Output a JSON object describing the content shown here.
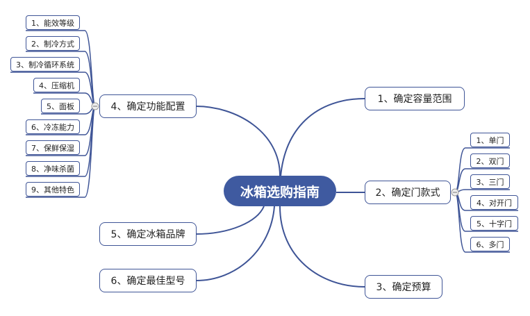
{
  "center": "冰箱选购指南",
  "branches": {
    "b1": "1、确定容量范围",
    "b2": "2、确定门款式",
    "b3": "3、确定预算",
    "b4": "4、确定功能配置",
    "b5": "5、确定冰箱品牌",
    "b6": "6、确定最佳型号"
  },
  "door_types": [
    "1、单门",
    "2、双门",
    "3、三门",
    "4、对开门",
    "5、十字门",
    "6、多门"
  ],
  "features": [
    "1、能效等级",
    "2、制冷方式",
    "3、制冷循环系统",
    "4、压缩机",
    "5、面板",
    "6、冷冻能力",
    "7、保鲜保湿",
    "8、净味杀菌",
    "9、其他特色"
  ],
  "colors": {
    "line": "#3e5496",
    "center": "#3f5aa0"
  }
}
